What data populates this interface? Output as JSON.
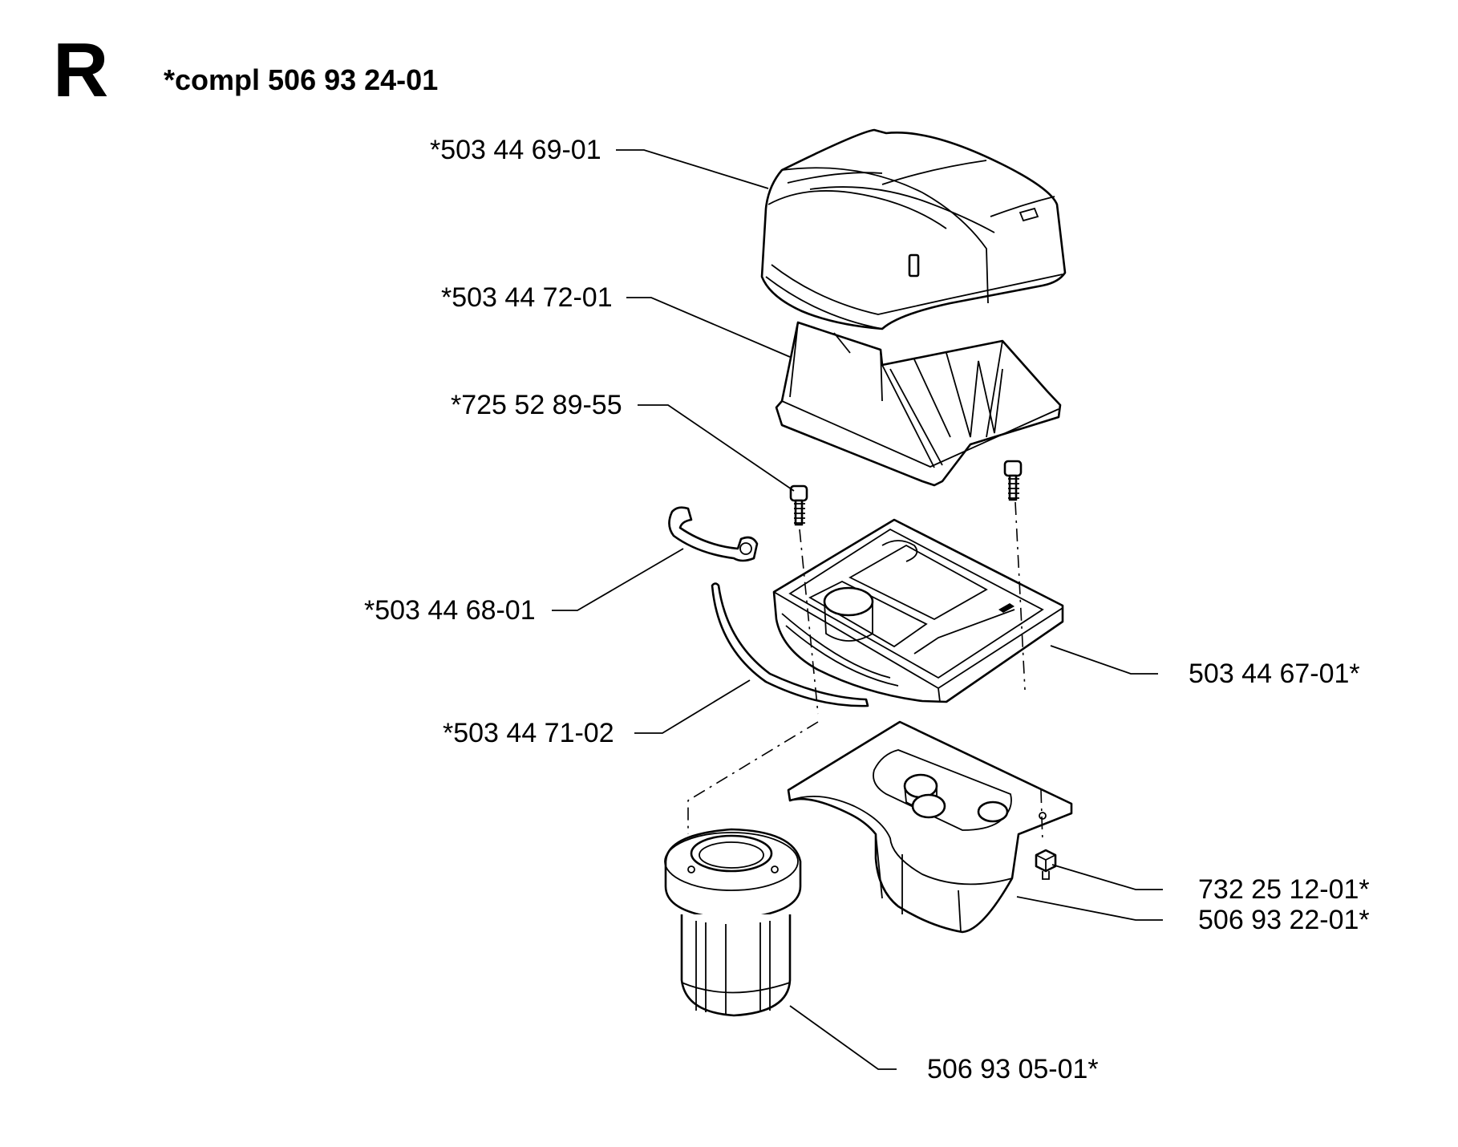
{
  "header": {
    "section_letter": "R",
    "assembly_title": "*compl 506 93 24-01"
  },
  "parts": {
    "cover": "*503 44 69-01",
    "filter_top": "*503 44 72-01",
    "screw": "*725 52 89-55",
    "clip": "*503 44 68-01",
    "seal_strip": "*503 44 71-02",
    "filter_holder": "503 44 67-01*",
    "nut": "732 25 12-01*",
    "bracket": "506 93 22-01*",
    "round_filter": "506 93 05-01*"
  },
  "colors": {
    "ink": "#000000",
    "paper": "#ffffff"
  }
}
